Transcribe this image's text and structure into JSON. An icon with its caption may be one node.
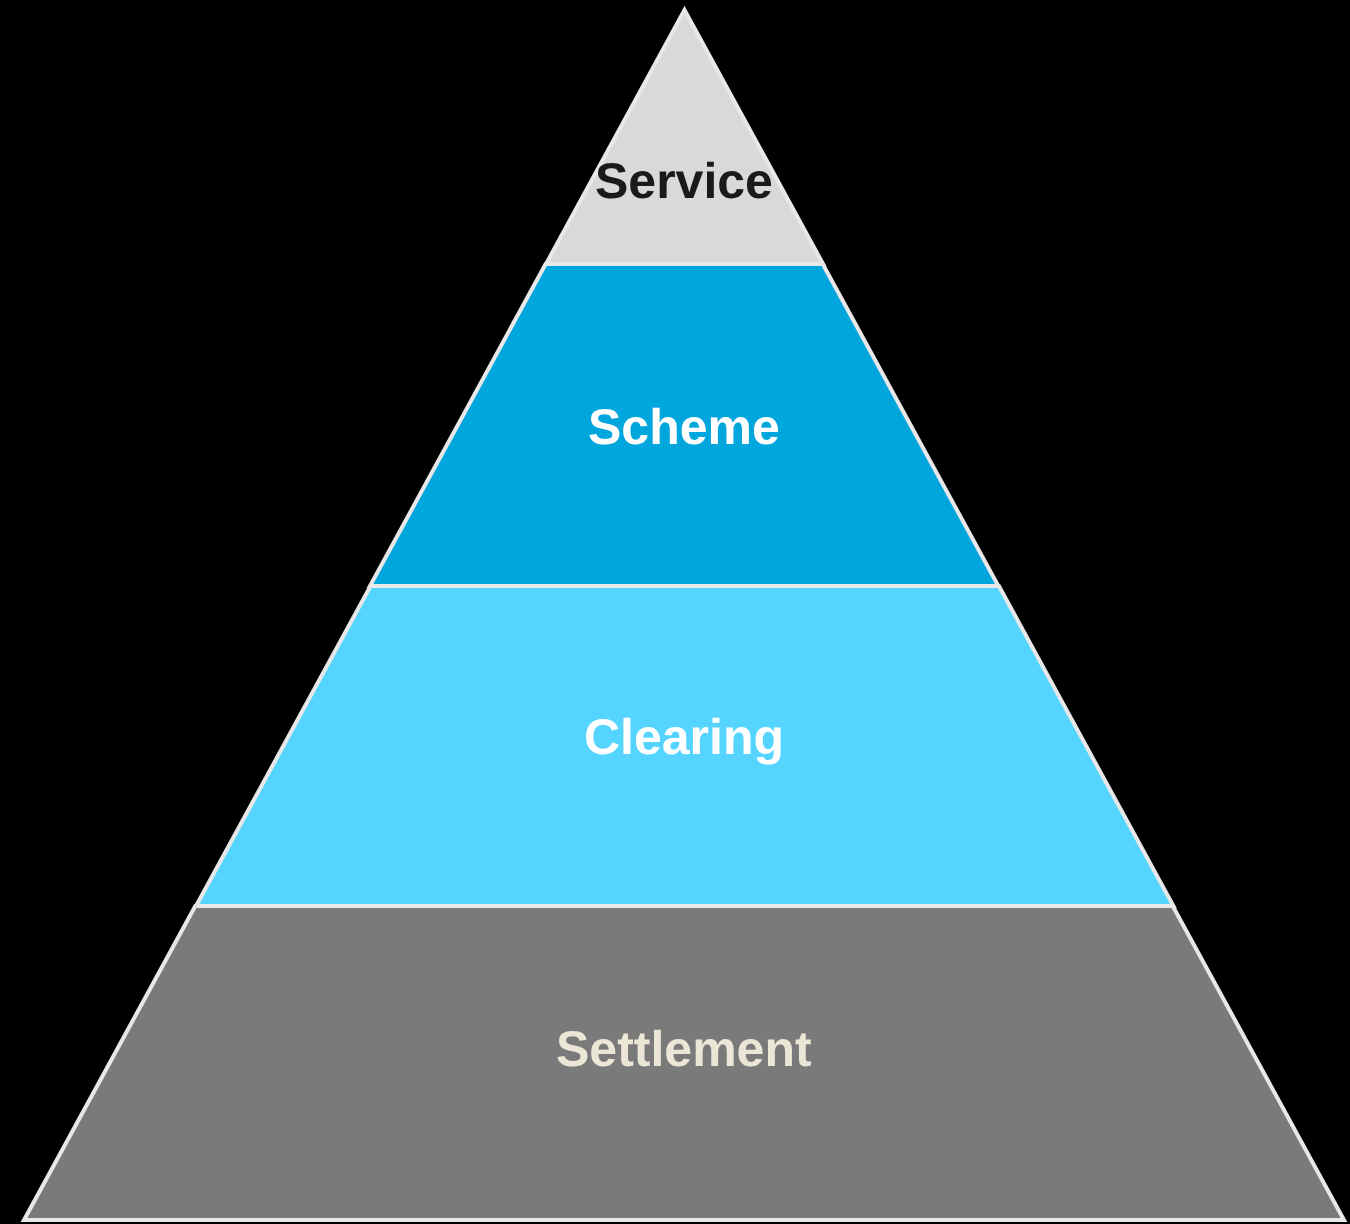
{
  "diagram": {
    "nodes": [
      {
        "text": [
          "Service"
        ]
      },
      {
        "text": [
          "Scheme"
        ]
      },
      {
        "text": [
          "Clearing"
        ]
      },
      {
        "text": [
          "Settlement"
        ]
      }
    ]
  }
}
